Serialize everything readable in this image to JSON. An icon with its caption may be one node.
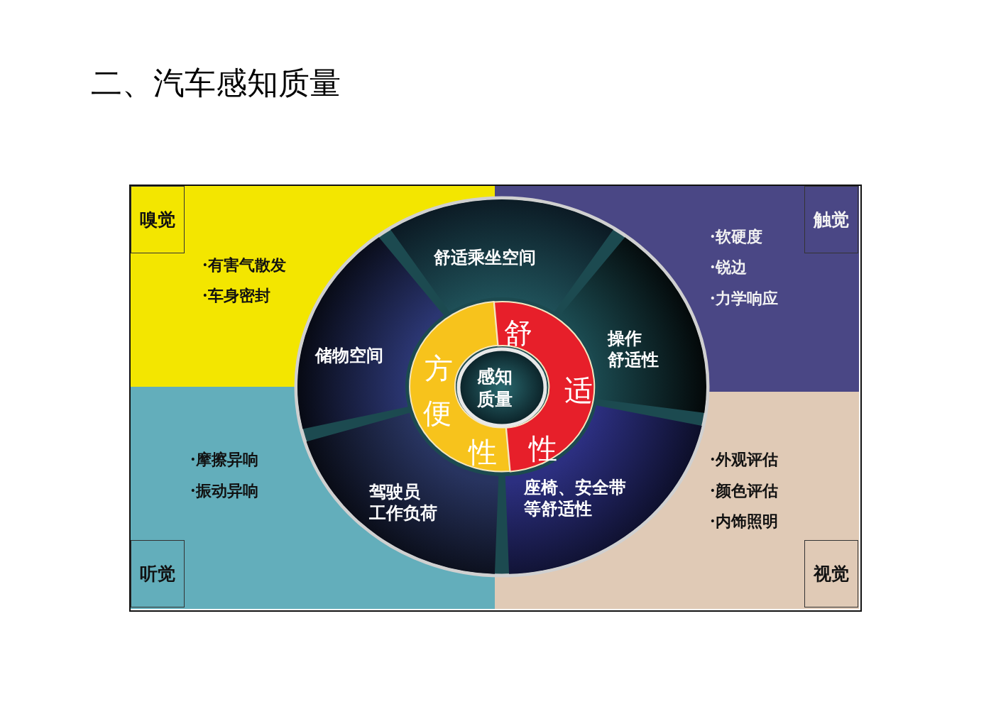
{
  "diagram": {
    "title": "二、汽车感知质量",
    "nodes": [
      {
        "text": [
          "嗅觉",
          "·有害气散发",
          "·车身密封"
        ]
      },
      {
        "text": [
          "触觉",
          "·软硬度",
          "·锐边",
          "·力学响应"
        ]
      },
      {
        "text": [
          "听觉",
          "·摩擦异响",
          "·振动异响"
        ]
      },
      {
        "text": [
          "视觉",
          "·外观评估",
          "·颜色评估",
          "·内饰照明"
        ]
      },
      {
        "text": [],
        "shape": "circle"
      },
      {
        "text": [
          "舒适乘坐空间"
        ],
        "in": 4
      },
      {
        "text": [
          "储物空间"
        ]
      },
      {
        "text": [
          "操作舒适性"
        ]
      },
      {
        "text": [
          "驾驶员工作负荷"
        ]
      },
      {
        "text": [
          "座椅、安全带等舒适性"
        ]
      },
      {
        "text": [
          "方便性"
        ],
        "in": 4
      },
      {
        "text": [
          "舒适性"
        ],
        "in": 4
      },
      {
        "text": [
          "感知质量"
        ],
        "in": 4
      }
    ]
  }
}
